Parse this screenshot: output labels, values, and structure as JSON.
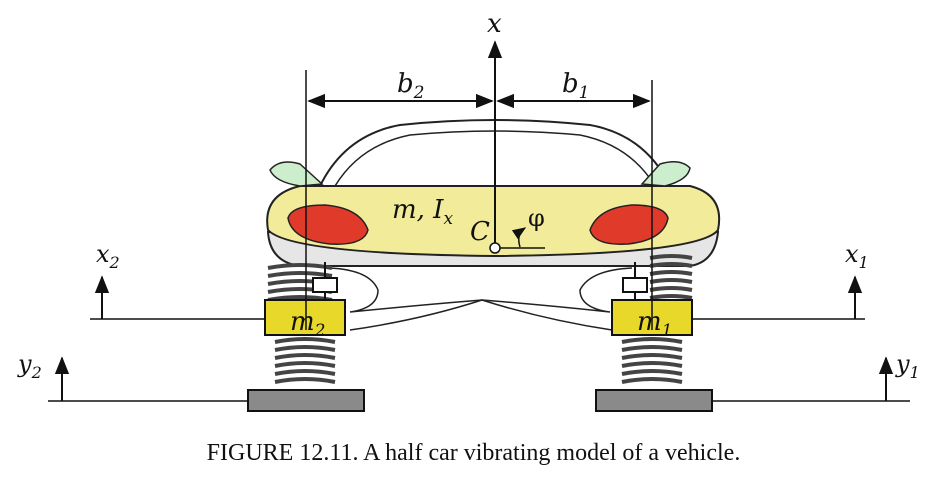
{
  "labels": {
    "x": "x",
    "b2": "b",
    "b2_sub": "2",
    "b1": "b",
    "b1_sub": "1",
    "m": "m, I",
    "m_sub": "x",
    "C": "C",
    "phi": "φ",
    "m2": "m",
    "m2_sub": "2",
    "m1": "m",
    "m1_sub": "1",
    "x2": "x",
    "x2_sub": "2",
    "x1": "x",
    "x1_sub": "1",
    "y2": "y",
    "y2_sub": "2",
    "y1": "y",
    "y1_sub": "1"
  },
  "caption": "FIGURE 12.11. A half car vibrating model of a vehicle.",
  "colors": {
    "body": "#f2ec9a",
    "taillight": "#e03a2a",
    "mirror": "#cdeecd",
    "wheel_mass": "#e8d82a",
    "ground": "#8a8a8a"
  }
}
